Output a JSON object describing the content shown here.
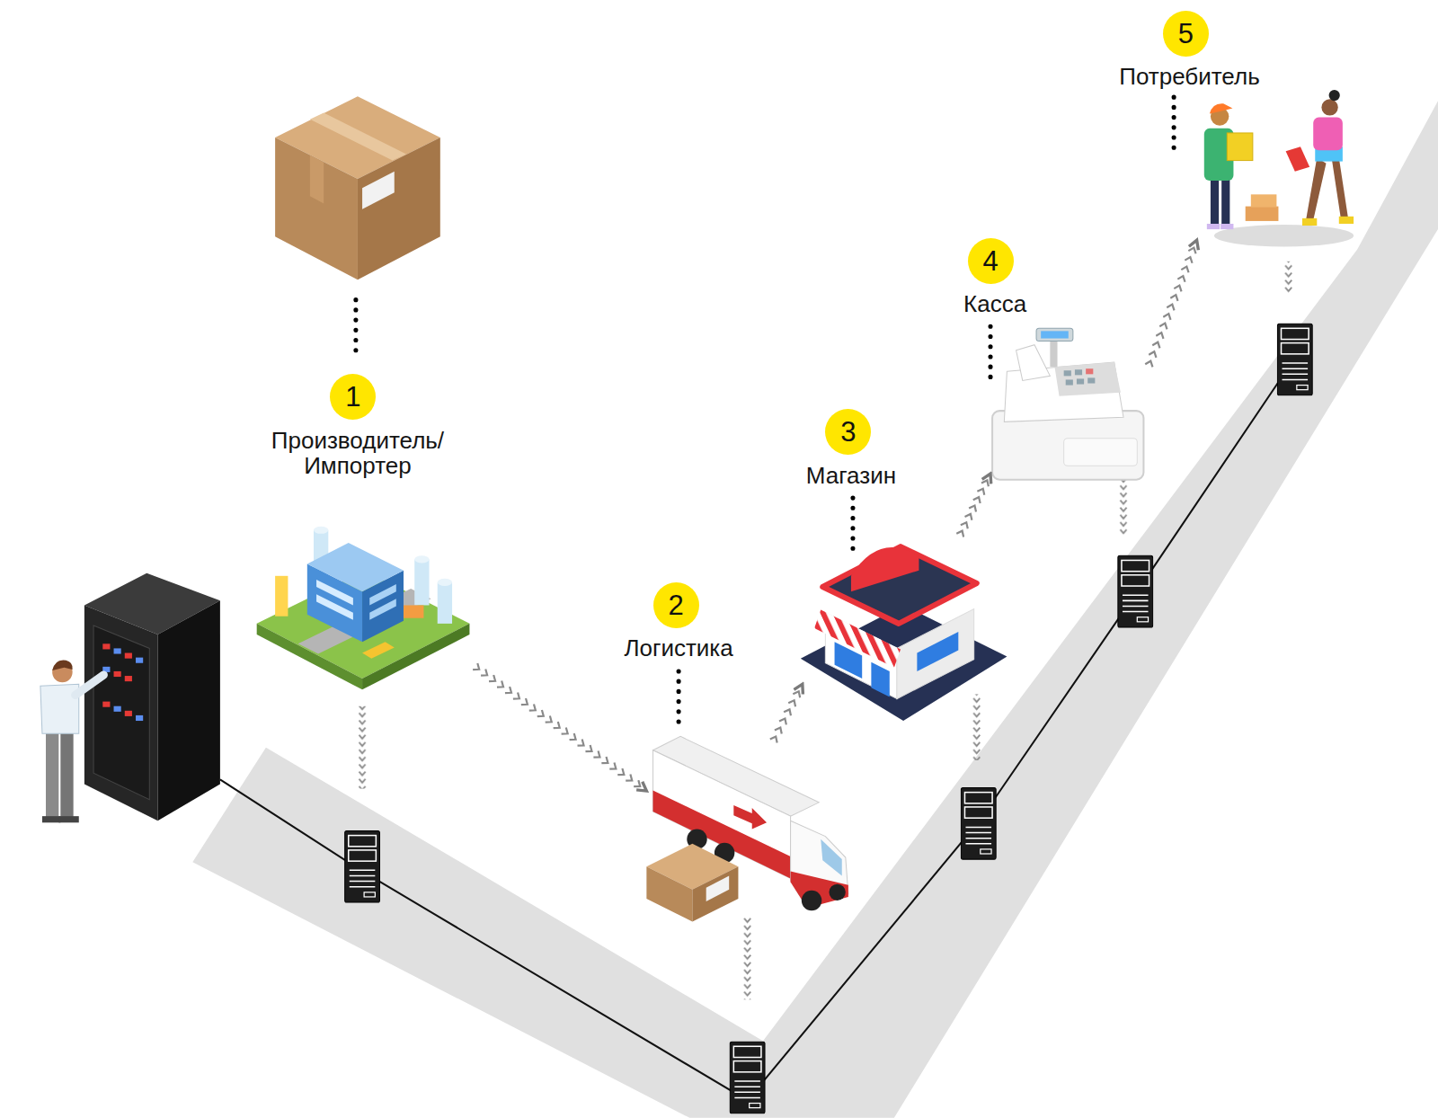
{
  "diagram": {
    "nodes": [
      {
        "text": [
          "1",
          "Производитель/ Импортер"
        ]
      },
      {
        "text": [
          "2",
          "Логистика"
        ]
      },
      {
        "text": [
          "3",
          "Магазин"
        ]
      },
      {
        "text": [
          "4",
          "Касса"
        ]
      },
      {
        "text": [
          "5",
          "Потребитель"
        ]
      }
    ],
    "edges": [
      {
        "from": 0,
        "to": 1,
        "arrow": "to"
      },
      {
        "from": 1,
        "to": 2,
        "arrow": "to"
      },
      {
        "from": 2,
        "to": 3,
        "arrow": "to"
      },
      {
        "from": 3,
        "to": 4,
        "arrow": "to"
      }
    ]
  }
}
